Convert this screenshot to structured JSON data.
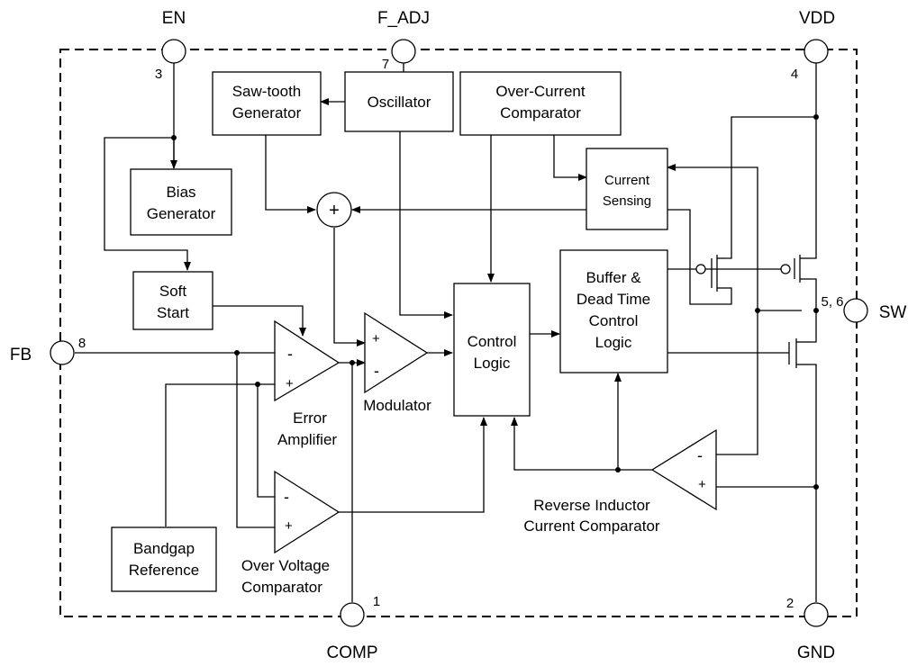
{
  "pins": {
    "en": {
      "label": "EN",
      "number": "3"
    },
    "f_adj": {
      "label": "F_ADJ",
      "number": "7"
    },
    "vdd": {
      "label": "VDD",
      "number": "4"
    },
    "fb": {
      "label": "FB",
      "number": "8"
    },
    "sw": {
      "label": "SW",
      "number": "5, 6"
    },
    "comp": {
      "label": "COMP",
      "number": "1"
    },
    "gnd": {
      "label": "GND",
      "number": "2"
    }
  },
  "blocks": {
    "sawtooth": [
      "Saw-tooth",
      "Generator"
    ],
    "oscillator": [
      "Oscillator"
    ],
    "ocp_comparator": [
      "Over-Current",
      "Comparator"
    ],
    "current_sensing": [
      "Current",
      "Sensing"
    ],
    "bias_generator": [
      "Bias",
      "Generator"
    ],
    "soft_start": [
      "Soft",
      "Start"
    ],
    "control_logic": [
      "Control",
      "Logic"
    ],
    "buffer_deadtime": [
      "Buffer &",
      "Dead Time",
      "Control",
      "Logic"
    ],
    "bandgap": [
      "Bandgap",
      "Reference"
    ]
  },
  "amplifiers": {
    "error_amp": {
      "label": [
        "Error",
        "Amplifier"
      ],
      "minus": "-",
      "plus": "+"
    },
    "modulator": {
      "label": [
        "Modulator"
      ],
      "plus": "+",
      "minus": "-"
    },
    "ovp_comp": {
      "label": [
        "Over Voltage",
        "Comparator"
      ],
      "minus": "-",
      "plus": "+"
    },
    "reverse_comp": {
      "label": [
        "Reverse  Inductor",
        "Current Comparator"
      ],
      "minus": "-",
      "plus": "+"
    }
  },
  "summer": {
    "symbol": "+"
  }
}
